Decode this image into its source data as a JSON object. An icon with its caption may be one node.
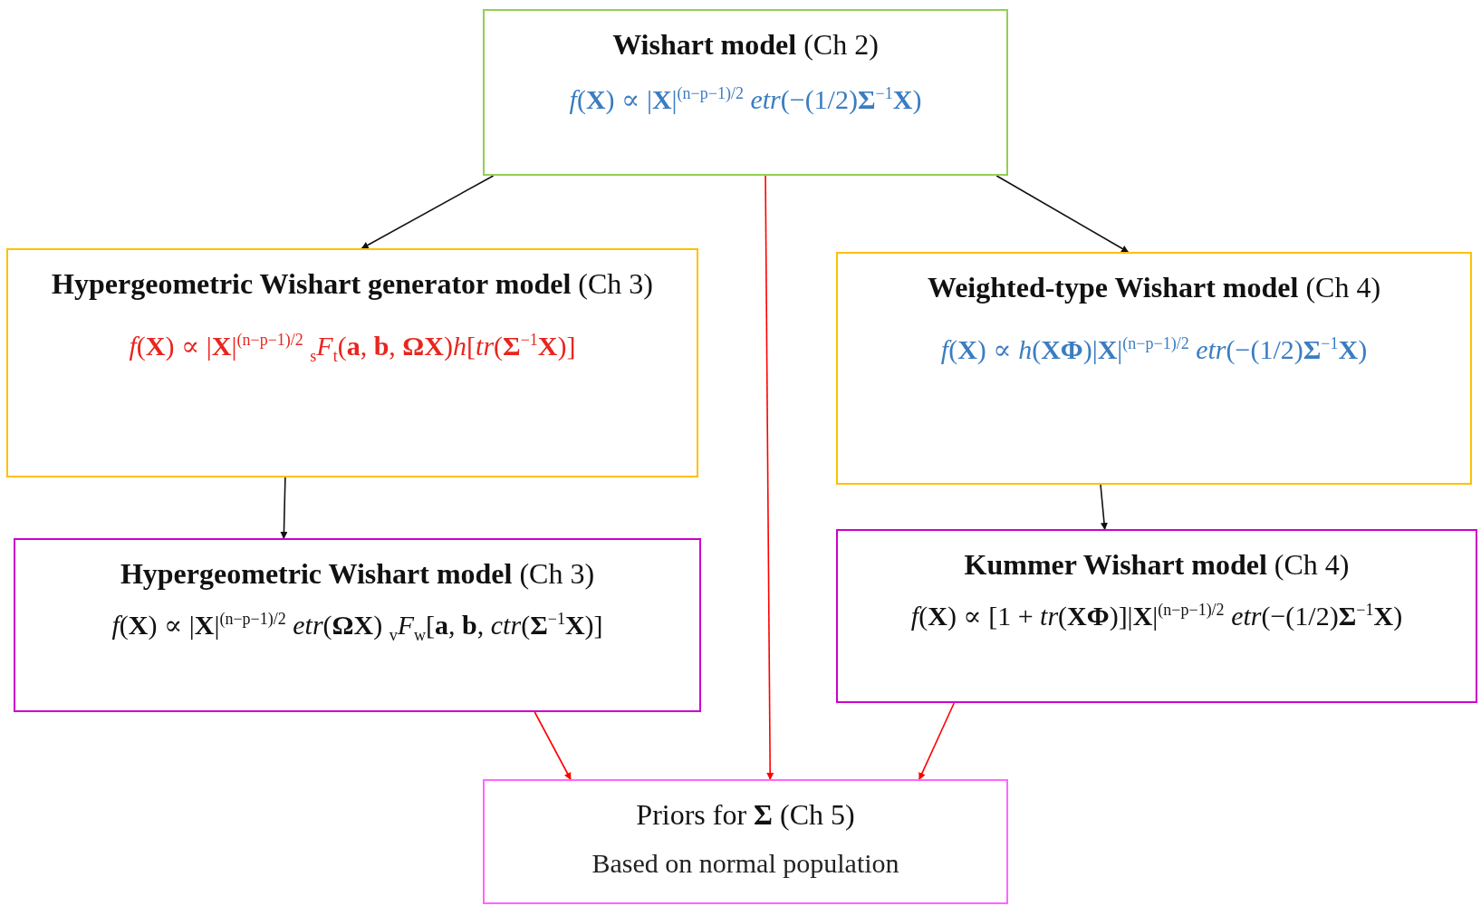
{
  "diagram": {
    "nodes": [
      {
        "text": [
          "**Wishart model** (Ch 2)",
          "*f*(**X**) ∝ |**X**|$^{(n−p−1)/2}$ *etr*(−(1/2)**Σ**$^{−1}$**X**)"
        ]
      },
      {
        "text": [
          "**Hypergeometric Wishart generator model** (Ch 3)",
          "*f*(**X**) ∝ |**X**|$^{(n−p−1)/2}$  $_{s}$*F*$_{t}$(**a**, **b**, **ΩX**)*h*[*tr*(**Σ**$^{−1}$**X**)]"
        ]
      },
      {
        "text": [
          "**Weighted-type Wishart model** (Ch 4)",
          "*f*(**X**) ∝ *h*(**XΦ**)|**X**|$^{(n−p−1)/2}$ *etr*(−(1/2)**Σ**$^{−1}$**X**)"
        ]
      },
      {
        "text": [
          "**Hypergeometric Wishart model** (Ch 3)",
          "*f*(**X**) ∝ |**X**|$^{(n−p−1)/2}$ *etr*(**ΩX**) $_{v}$*F*$_{w}$[**a**, **b**, *ctr*(**Σ**$^{−1}$**X**)]"
        ]
      },
      {
        "text": [
          "**Kummer Wishart model** (Ch 4)",
          "*f*(**X**) ∝ [1 + *tr*(**XΦ**)]|**X**|$^{(n−p−1)/2}$ *etr*(−(1/2)**Σ**$^{−1}$**X**)"
        ]
      },
      {
        "text": [
          "Priors for **Σ** (Ch 5)",
          "Based on normal population"
        ]
      }
    ],
    "edges": [
      {
        "from": 0,
        "to": 1,
        "arrow": "to"
      },
      {
        "from": 0,
        "to": 2,
        "arrow": "to"
      },
      {
        "from": 0,
        "to": 5,
        "arrow": "to",
        "color": "#ff0000"
      },
      {
        "from": 1,
        "to": 3,
        "arrow": "to"
      },
      {
        "from": 2,
        "to": 4,
        "arrow": "to"
      },
      {
        "from": 3,
        "to": 5,
        "arrow": "to",
        "color": "#ff0000"
      },
      {
        "from": 4,
        "to": 5,
        "arrow": "to",
        "color": "#ff0000"
      }
    ]
  }
}
